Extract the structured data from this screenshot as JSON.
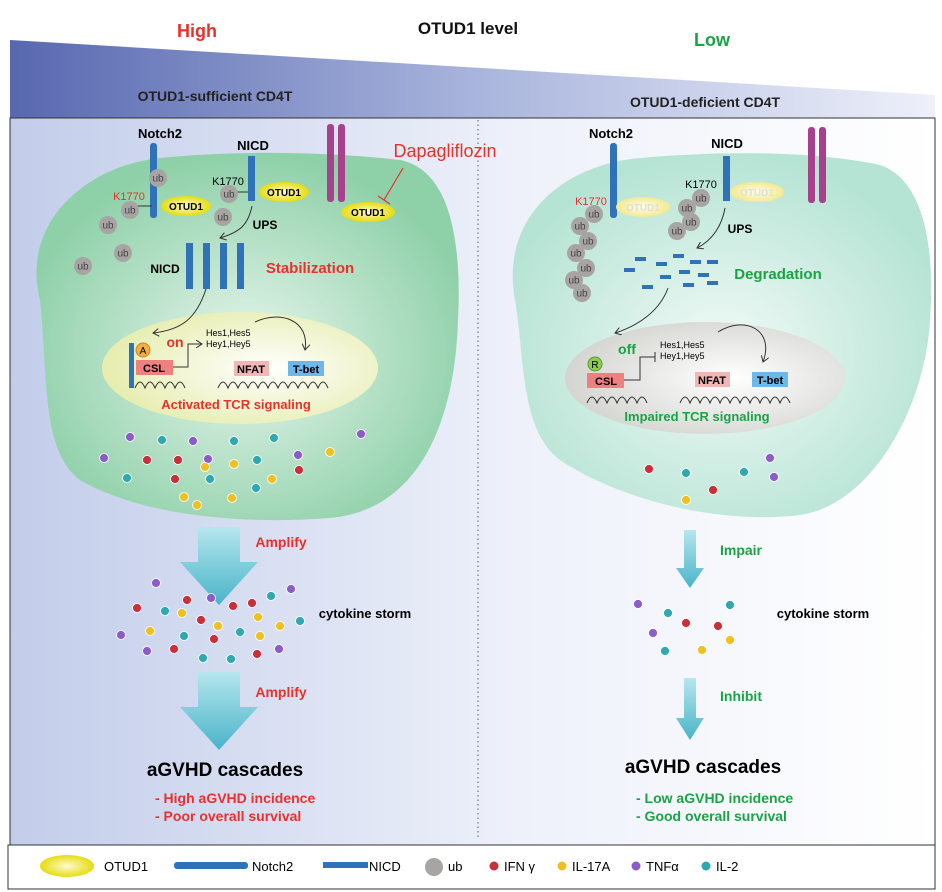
{
  "header": {
    "high": "High",
    "title": "OTUD1 level",
    "low": "Low",
    "left_subtitle": "OTUD1-sufficient CD4T",
    "right_subtitle": "OTUD1-deficient CD4T"
  },
  "left": {
    "notch2": "Notch2",
    "nicd_top": "NICD",
    "k1770_red": "K1770",
    "k1770_black": "K1770",
    "otud1": "OTUD1",
    "ub": "ub",
    "drug": "Dapagliflozin",
    "ups": "UPS",
    "nicd_mid": "NICD",
    "state": "Stabilization",
    "switch": "on",
    "badge": "A",
    "csl": "CSL",
    "genes1": "Hes1,Hes5",
    "genes2": "Hey1,Hey5",
    "nfat": "NFAT",
    "tbet": "T-bet",
    "signal": "Activated TCR signaling",
    "amplify1": "Amplify",
    "storm": "cytokine storm",
    "amplify2": "Amplify",
    "cascade": "aGVHD cascades",
    "outcome1": "- High aGVHD incidence",
    "outcome2": "- Poor overall survival"
  },
  "right": {
    "notch2": "Notch2",
    "nicd_top": "NICD",
    "k1770_red": "K1770",
    "k1770_black": "K1770",
    "otud1": "OTUD1",
    "ub": "ub",
    "ups": "UPS",
    "state": "Degradation",
    "switch": "off",
    "badge": "R",
    "csl": "CSL",
    "genes1": "Hes1,Hes5",
    "genes2": "Hey1,Hey5",
    "nfat": "NFAT",
    "tbet": "T-bet",
    "signal": "Impaired TCR signaling",
    "impair": "Impair",
    "storm": "cytokine storm",
    "inhibit": "Inhibit",
    "cascade": "aGVHD cascades",
    "outcome1": "- Low aGVHD incidence",
    "outcome2": "- Good overall survival"
  },
  "legend": [
    {
      "label": "OTUD1",
      "icon": "yellow-ellipse"
    },
    {
      "label": "Notch2",
      "icon": "long-blue-bar"
    },
    {
      "label": "NICD",
      "icon": "short-blue-bar"
    },
    {
      "label": "ub",
      "icon": "gray-circle"
    },
    {
      "label": "IFN γ",
      "icon": "red-dot"
    },
    {
      "label": "IL-17A",
      "icon": "yellow-dot"
    },
    {
      "label": "TNFα",
      "icon": "purple-dot"
    },
    {
      "label": "IL-2",
      "icon": "teal-dot"
    }
  ],
  "colors": {
    "red_text": "#e8312b",
    "green_text": "#1aa345",
    "notch_blue": "#2f72b8",
    "otud1_yellow": "#e8e01a",
    "ub_gray": "#a8a4a4",
    "ifng": "#c8303a",
    "il17a": "#f0c020",
    "tnfa": "#8c5cc8",
    "il2": "#30a8b0",
    "membrane_purple": "#a8418c"
  }
}
